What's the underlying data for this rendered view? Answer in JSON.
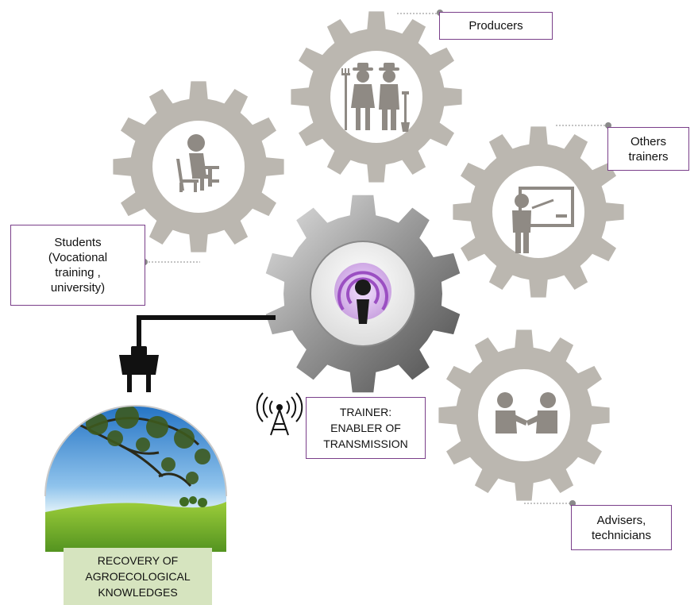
{
  "colors": {
    "gear_gray": "#bbb7b0",
    "gear_center": "#ffffff",
    "icon_gray": "#8f8a84",
    "box_border": "#7a3f8a",
    "central_gear_dark": "#6e6e6e",
    "podcast_purple": "#9b4fc2",
    "cable_black": "#111111",
    "recovery_box_bg": "#d6e4bf"
  },
  "gears": [
    {
      "role": "students",
      "icon": "student-at-desk-icon"
    },
    {
      "role": "producers",
      "icon": "farmers-couple-icon"
    },
    {
      "role": "others-trainers",
      "icon": "teacher-at-board-icon"
    },
    {
      "role": "advisers-technicians",
      "icon": "handshake-icon"
    },
    {
      "role": "trainer",
      "icon": "podcast-icon"
    }
  ],
  "labels": {
    "producers": "Producers",
    "others_trainers": [
      "Others",
      "trainers"
    ],
    "students": [
      "Students",
      "(Vocational",
      "training ,",
      "university)"
    ],
    "trainer": [
      "TRAINER:",
      "ENABLER OF",
      "TRANSMISSION"
    ],
    "advisers": [
      "Advisers,",
      "technicians"
    ],
    "recovery": [
      "RECOVERY OF",
      "AGROECOLOGICAL",
      "KNOWLEDGES"
    ]
  },
  "icons": {
    "antenna": "antenna-broadcast-icon",
    "plug": "power-plug-icon",
    "landscape": "meadow-tree-landscape"
  }
}
